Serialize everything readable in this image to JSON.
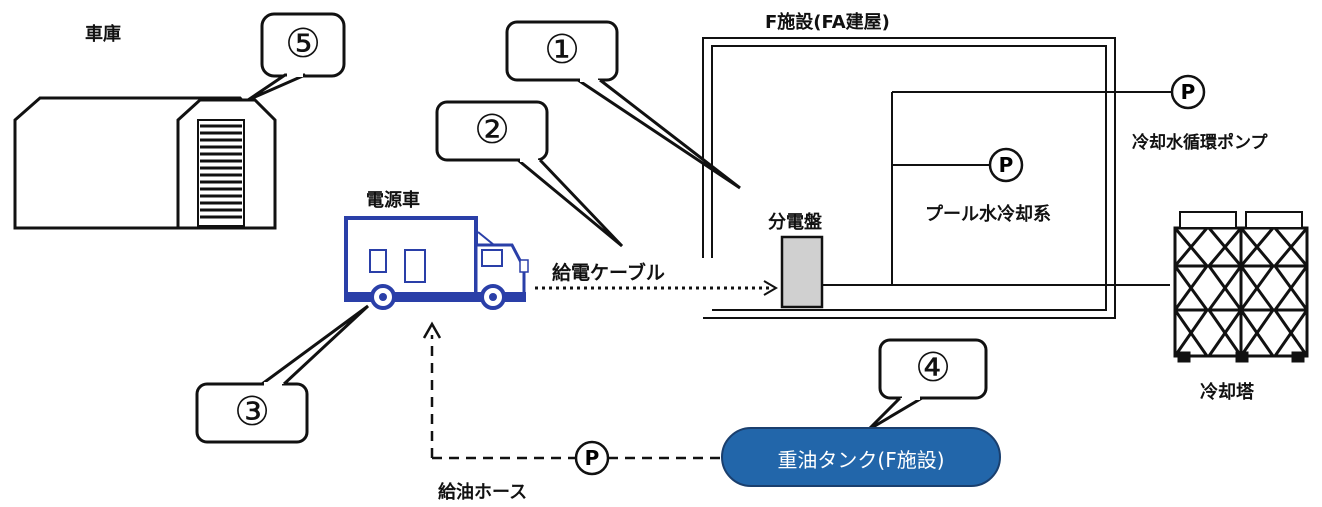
{
  "labels": {
    "garage": "車庫",
    "facility": "F施設(FA建屋)",
    "cooling_pump": "冷却水循環ポンプ",
    "distribution_board": "分電盤",
    "pool_cooling": "プール水冷却系",
    "power_truck": "電源車",
    "power_cable": "給電ケーブル",
    "cooling_tower": "冷却塔",
    "fuel_hose": "給油ホース",
    "oil_tank": "重油タンク(F施設)",
    "pump_symbol": "P"
  },
  "callouts": [
    "①",
    "②",
    "③",
    "④",
    "⑤"
  ],
  "colors": {
    "truck": "#2a3fa8",
    "tank": "#2266aa",
    "board": "#d0d0d0"
  }
}
